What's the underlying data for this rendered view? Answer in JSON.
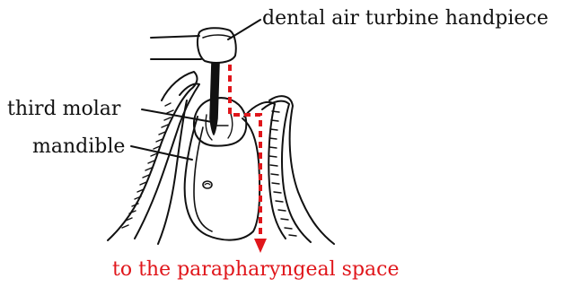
{
  "labels": {
    "handpiece": "dental air turbine handpiece",
    "third_molar": "third molar",
    "mandible": "mandible",
    "destination": "to the parapharyngeal space"
  },
  "colors": {
    "ink": "#111111",
    "path": "#e0161b"
  }
}
